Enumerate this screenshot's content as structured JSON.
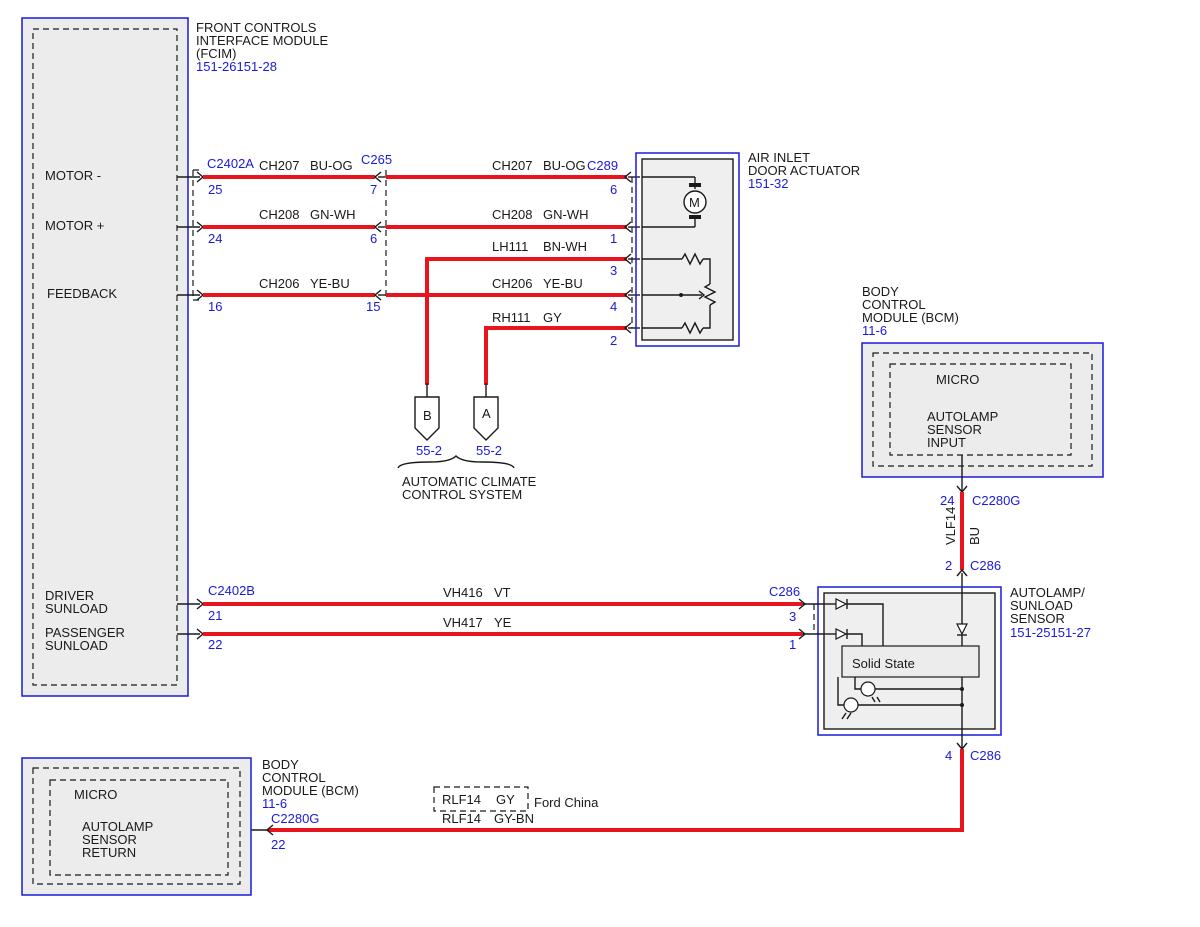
{
  "colors": {
    "wire": "#e8141e",
    "connector_text": "#1a1adb",
    "module_frame": "#1a1adb",
    "module_fill": "#efefef"
  },
  "fcim": {
    "title_lines": [
      "FRONT CONTROLS",
      "INTERFACE MODULE",
      "(FCIM)"
    ],
    "ref": "151-26151-28",
    "pins": {
      "motor_minus": "MOTOR -",
      "motor_plus": "MOTOR +",
      "feedback": "FEEDBACK",
      "driver_sunload": [
        "DRIVER",
        "SUNLOAD"
      ],
      "passenger_sunload": [
        "PASSENGER",
        "SUNLOAD"
      ]
    }
  },
  "actuator": {
    "title_lines": [
      "AIR INLET",
      "DOOR ACTUATOR"
    ],
    "ref": "151-32",
    "motor_symbol": "M"
  },
  "bcm_top": {
    "title_lines": [
      "BODY",
      "CONTROL",
      "MODULE (BCM)"
    ],
    "ref": "11-6",
    "micro": "MICRO",
    "signal_lines": [
      "AUTOLAMP",
      "SENSOR",
      "INPUT"
    ]
  },
  "bcm_bottom": {
    "title_lines": [
      "BODY",
      "CONTROL",
      "MODULE (BCM)"
    ],
    "ref": "11-6",
    "micro": "MICRO",
    "signal_lines": [
      "AUTOLAMP",
      "SENSOR",
      "RETURN"
    ]
  },
  "sensor": {
    "title_lines": [
      "AUTOLAMP/",
      "SUNLOAD",
      "SENSOR"
    ],
    "ref": "151-25151-27",
    "solid_state": "Solid State"
  },
  "connectors": {
    "c2402a": "C2402A",
    "c265": "C265",
    "c289": "C289",
    "c2402b": "C2402B",
    "c286_right": "C286",
    "c286_mid": "C286",
    "c286_bottom": "C286",
    "c2280g_top": "C2280G",
    "c2280g_bottom": "C2280G"
  },
  "pin_numbers": {
    "p25": "25",
    "p24": "24",
    "p16": "16",
    "p7": "7",
    "p6_c265": "6",
    "p15": "15",
    "p6_c289": "6",
    "p1_c289": "1",
    "p3_c289": "3",
    "p4_c289": "4",
    "p2_c289": "2",
    "p21": "21",
    "p22": "22",
    "p3_c286": "3",
    "p1_c286": "1",
    "p24_bcm": "24",
    "p2_c286": "2",
    "p4_c286": "4",
    "p22_bcm": "22"
  },
  "wires": {
    "ch207_left": {
      "circuit": "CH207",
      "color": "BU-OG"
    },
    "ch207_right": {
      "circuit": "CH207",
      "color": "BU-OG"
    },
    "ch208_left": {
      "circuit": "CH208",
      "color": "GN-WH"
    },
    "ch208_right": {
      "circuit": "CH208",
      "color": "GN-WH"
    },
    "lh111": {
      "circuit": "LH111",
      "color": "BN-WH"
    },
    "ch206_left": {
      "circuit": "CH206",
      "color": "YE-BU"
    },
    "ch206_right": {
      "circuit": "CH206",
      "color": "YE-BU"
    },
    "rh111": {
      "circuit": "RH111",
      "color": "GY"
    },
    "vh416": {
      "circuit": "VH416",
      "color": "VT"
    },
    "vh417": {
      "circuit": "VH417",
      "color": "YE"
    },
    "vlf14": {
      "circuit": "VLF14",
      "color": "BU"
    },
    "rlf14_alt": {
      "circuit": "RLF14",
      "color": "GY",
      "note": "Ford China"
    },
    "rlf14": {
      "circuit": "RLF14",
      "color": "GY-BN"
    }
  },
  "climate_ref": {
    "b_letter": "B",
    "a_letter": "A",
    "b_page": "55-2",
    "a_page": "55-2",
    "label_lines": [
      "AUTOMATIC CLIMATE",
      "CONTROL SYSTEM"
    ]
  }
}
